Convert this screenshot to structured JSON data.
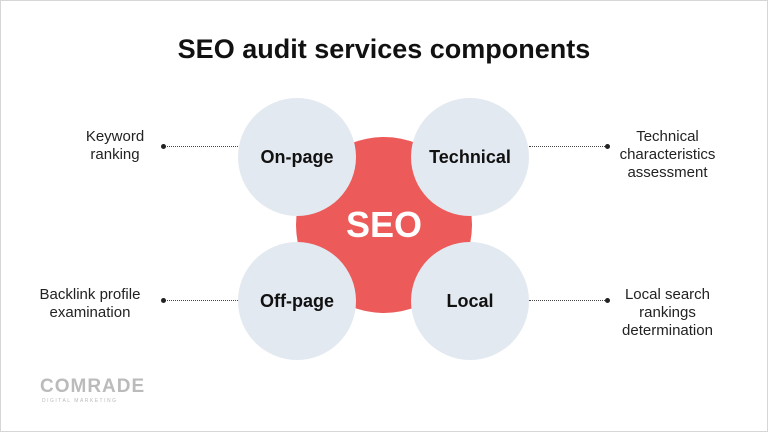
{
  "title": "SEO audit services components",
  "center": "SEO",
  "components": [
    {
      "name": "On-page",
      "description": "Keyword ranking"
    },
    {
      "name": "Technical",
      "description": "Technical characteristics assessment"
    },
    {
      "name": "Off-page",
      "description": "Backlink profile examination"
    },
    {
      "name": "Local",
      "description": "Local search rankings determination"
    }
  ],
  "logo": {
    "name": "COMRADE",
    "tagline": "DIGITAL MARKETING"
  },
  "colors": {
    "center": "#ec5a5a",
    "satellite": "#e3e9f0"
  }
}
